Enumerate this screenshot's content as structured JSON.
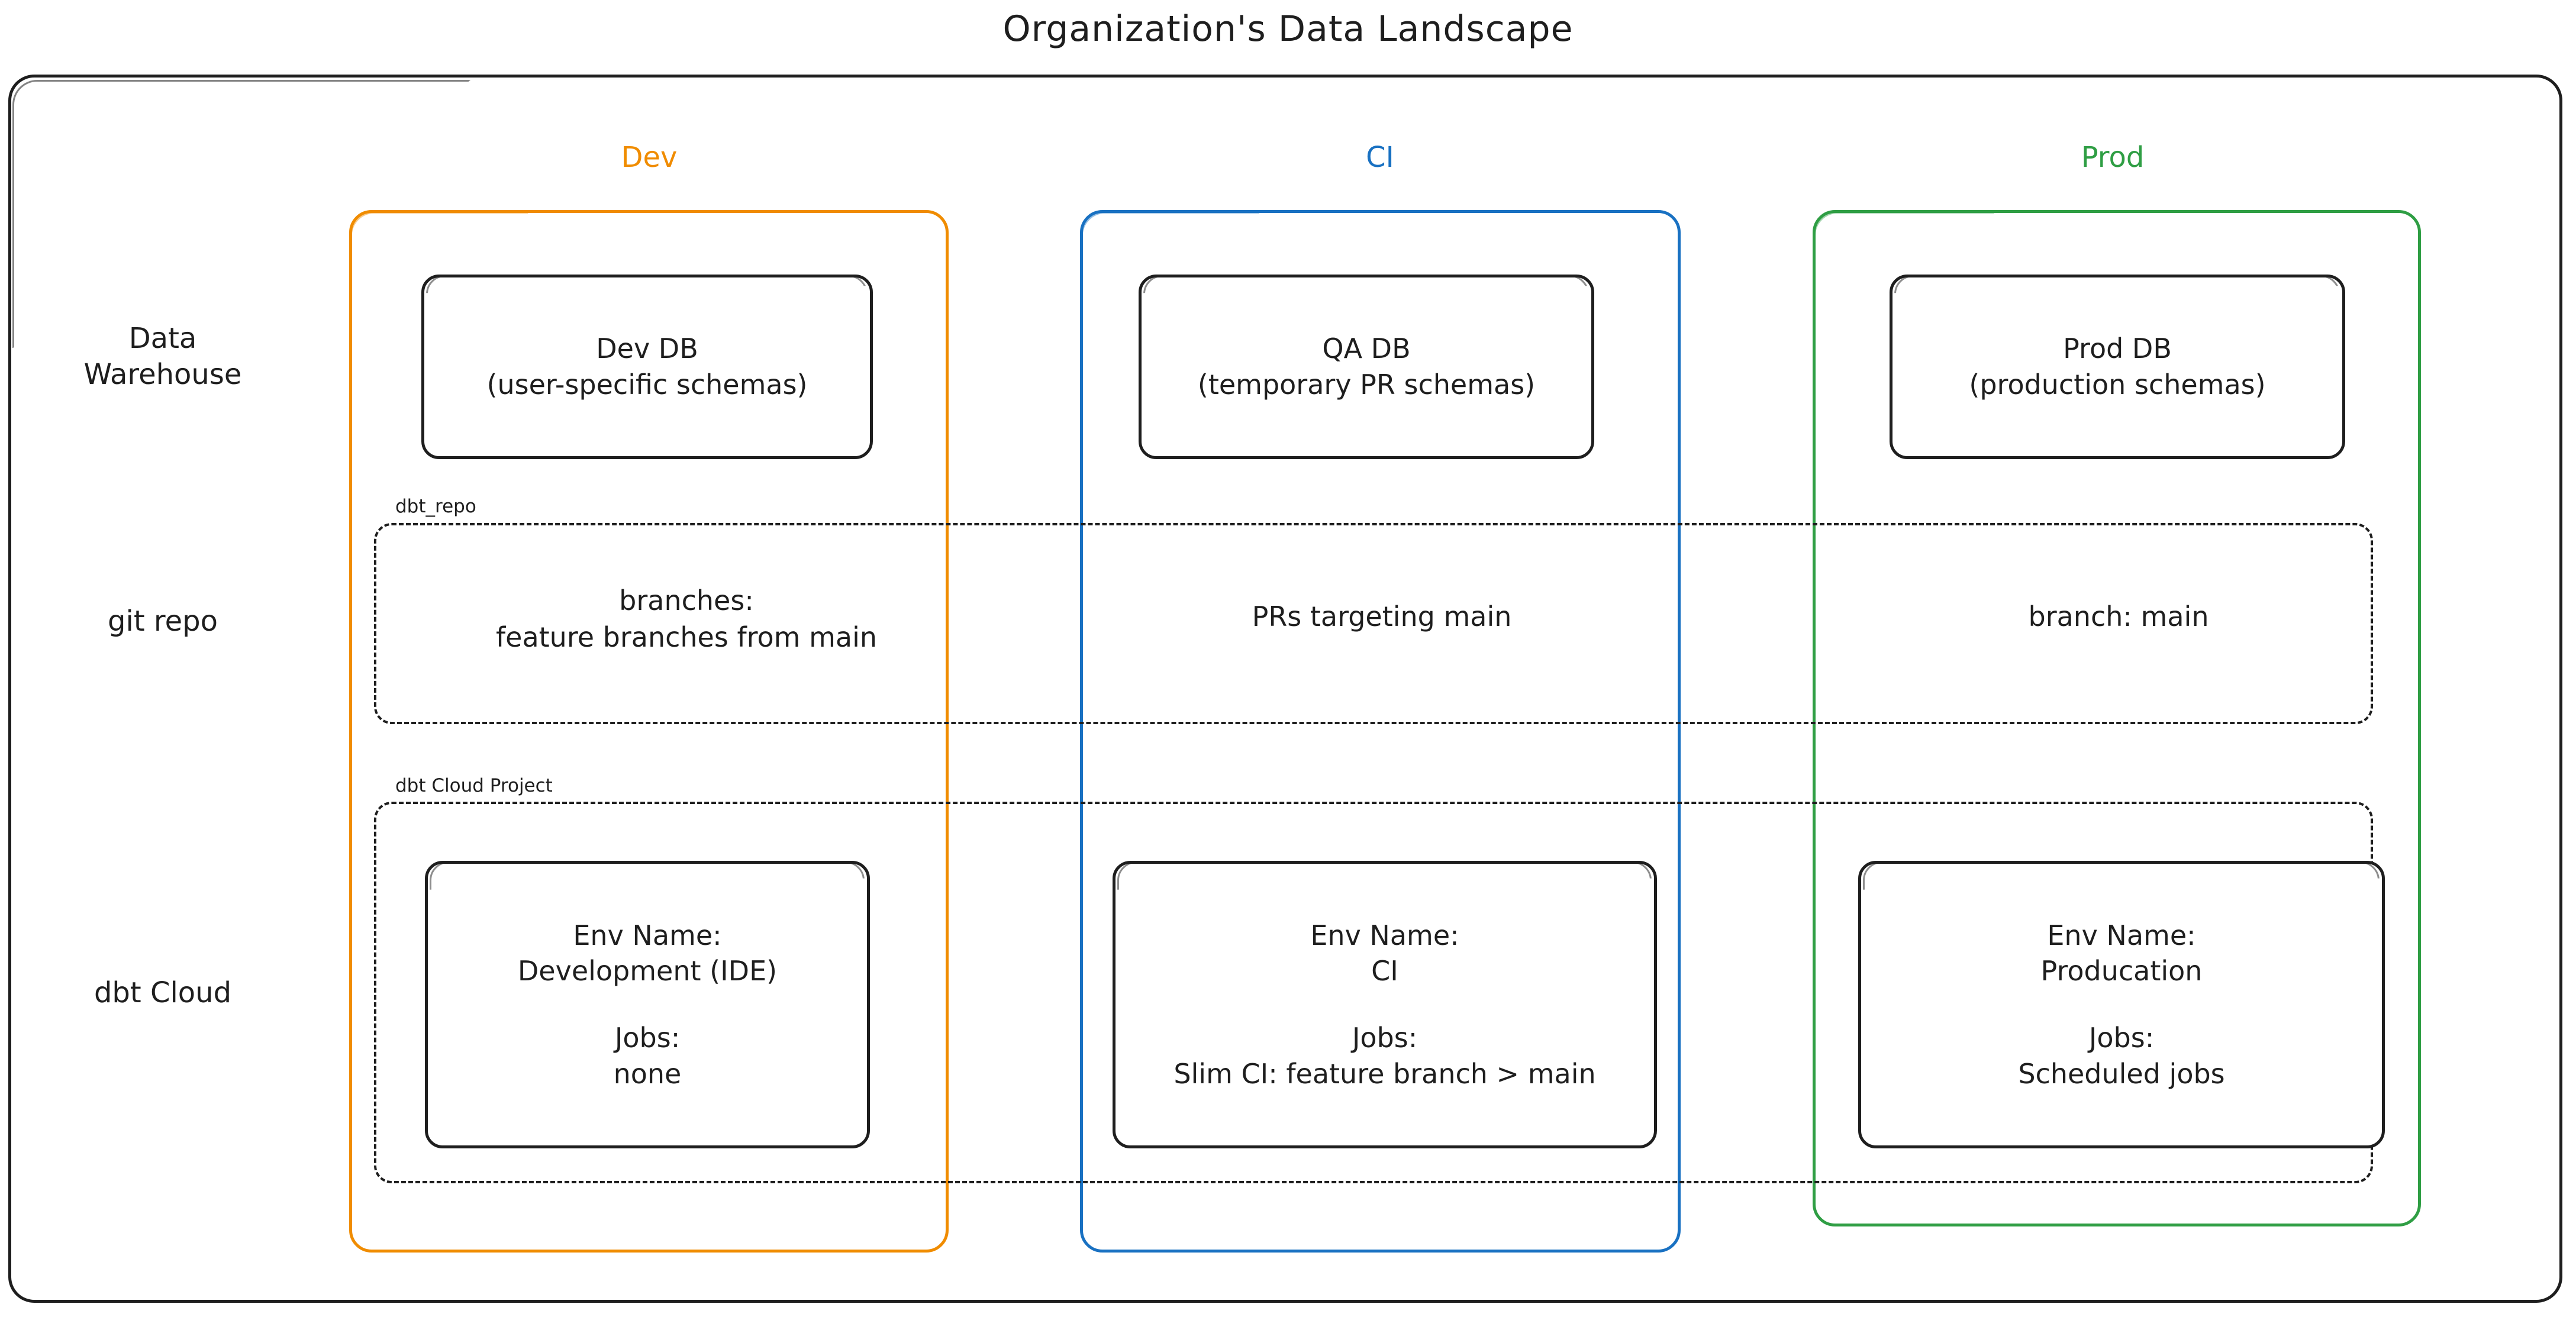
{
  "title": "Organization's Data Landscape",
  "colors": {
    "dev": "#f08c00",
    "ci": "#1971c2",
    "prod": "#2f9e44",
    "stroke": "#1e1e1e",
    "background": "#ffffff"
  },
  "row_labels": {
    "warehouse_line1": "Data",
    "warehouse_line2": "Warehouse",
    "git_repo": "git repo",
    "dbt_cloud": "dbt Cloud"
  },
  "columns": [
    {
      "key": "dev",
      "header": "Dev"
    },
    {
      "key": "ci",
      "header": "CI"
    },
    {
      "key": "prod",
      "header": "Prod"
    }
  ],
  "groups": {
    "git_repo_label": "dbt_repo",
    "dbt_cloud_label": "dbt Cloud Project"
  },
  "warehouse": {
    "dev": {
      "line1": "Dev DB",
      "line2": "(user-specific schemas)"
    },
    "ci": {
      "line1": "QA DB",
      "line2": "(temporary PR schemas)"
    },
    "prod": {
      "line1": "Prod DB",
      "line2": "(production schemas)"
    }
  },
  "git_repo": {
    "dev": {
      "line1": "branches:",
      "line2": "feature branches from main"
    },
    "ci": {
      "line1": "PRs targeting main",
      "line2": ""
    },
    "prod": {
      "line1": "branch: main",
      "line2": ""
    }
  },
  "dbt_cloud": {
    "dev": {
      "env_label": "Env Name:",
      "env_value": "Development (IDE)",
      "jobs_label": "Jobs:",
      "jobs_value": "none"
    },
    "ci": {
      "env_label": "Env Name:",
      "env_value": "CI",
      "jobs_label": "Jobs:",
      "jobs_value": "Slim CI: feature branch > main"
    },
    "prod": {
      "env_label": "Env Name:",
      "env_value": "Producation",
      "jobs_label": "Jobs:",
      "jobs_value": "Scheduled jobs"
    }
  }
}
